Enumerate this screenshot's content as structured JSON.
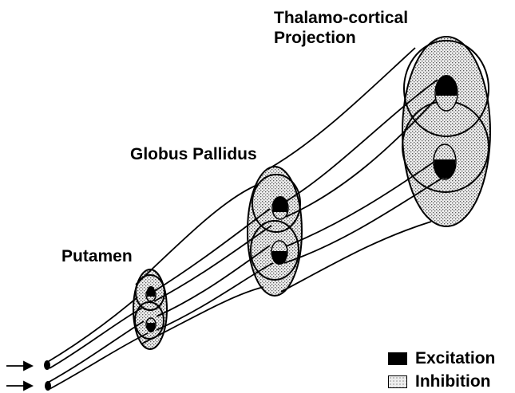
{
  "labels": {
    "thalamo_line1": "Thalamo-cortical",
    "thalamo_line2": "Projection",
    "globus_pallidus": "Globus Pallidus",
    "putamen": "Putamen"
  },
  "legend": {
    "excitation": "Excitation",
    "inhibition": "Inhibition"
  },
  "colors": {
    "excitation": "#000000",
    "inhibition": "stippled-gray",
    "outline": "#000000"
  }
}
